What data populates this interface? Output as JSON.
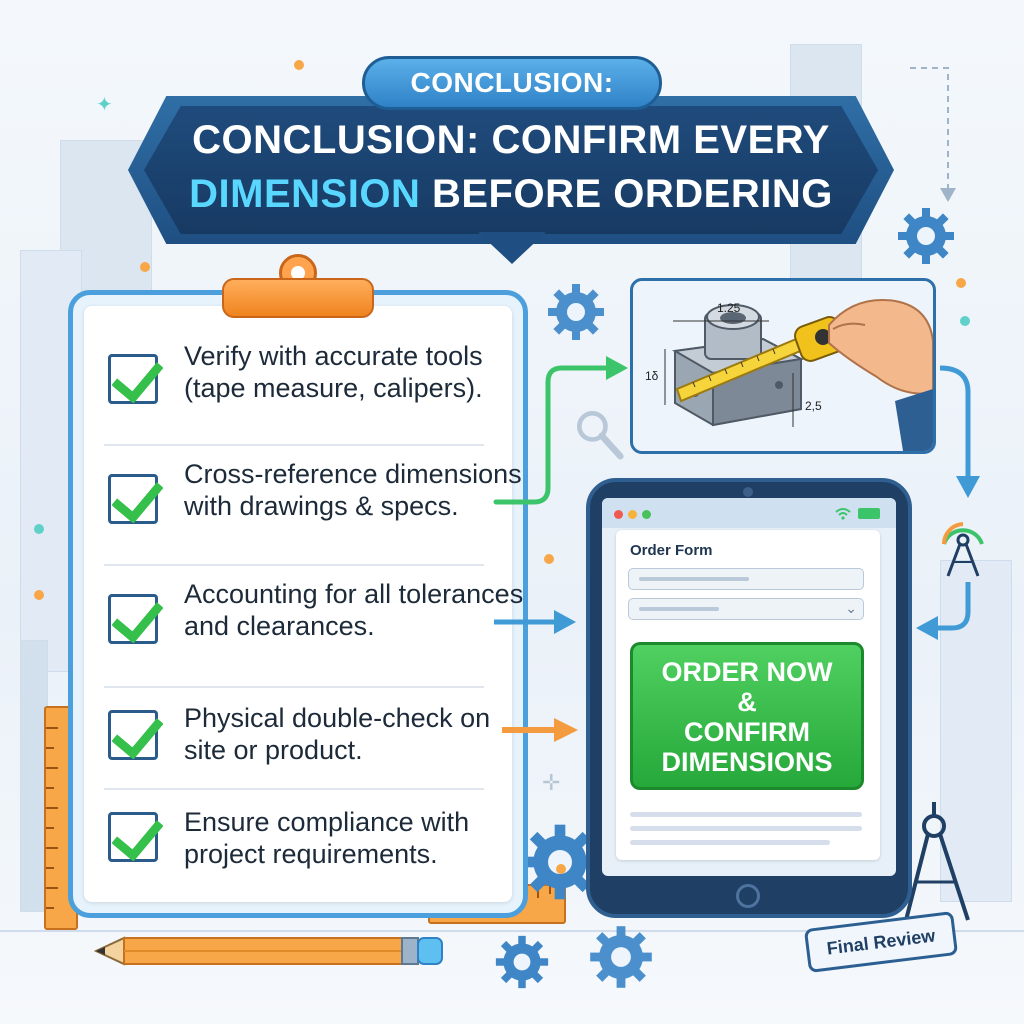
{
  "header": {
    "pill_label": "CONCLUSION:",
    "title_line1": "CONCLUSION: CONFIRM EVERY",
    "title_line2_accent": "DIMENSION",
    "title_line2_rest": " BEFORE ORDERING"
  },
  "checklist": {
    "items": [
      {
        "text": "Verify with accurate tools (tape measure, calipers)."
      },
      {
        "text": "Cross-reference dimensions with drawings & specs."
      },
      {
        "text": "Accounting for all tolerances and clearances."
      },
      {
        "text": "Physical double-check on site or product."
      },
      {
        "text": "Ensure compliance with project requirements."
      }
    ]
  },
  "measurement_image": {
    "dim_top": "1.25",
    "dim_left": "1δ",
    "dim_right": "2,5"
  },
  "tablet": {
    "form_title": "Order Form",
    "order_button": {
      "line1": "ORDER NOW",
      "line2": "&",
      "line3": "CONFIRM",
      "line4": "DIMENSIONS"
    }
  },
  "stamp": {
    "label": "Final Review"
  },
  "colors": {
    "banner": "#1f4f82",
    "accent_cyan": "#59d7ff",
    "check_green": "#34c04a",
    "order_green": "#26a83a",
    "clipboard_blue": "#4a9fdc",
    "clip_orange": "#f0841f"
  },
  "icons": [
    "gear-icon",
    "checkmark-icon",
    "tape-measure-icon",
    "compass-icon",
    "pencil-icon",
    "ruler-icon",
    "wifi-icon",
    "battery-icon",
    "chevron-down-icon"
  ]
}
